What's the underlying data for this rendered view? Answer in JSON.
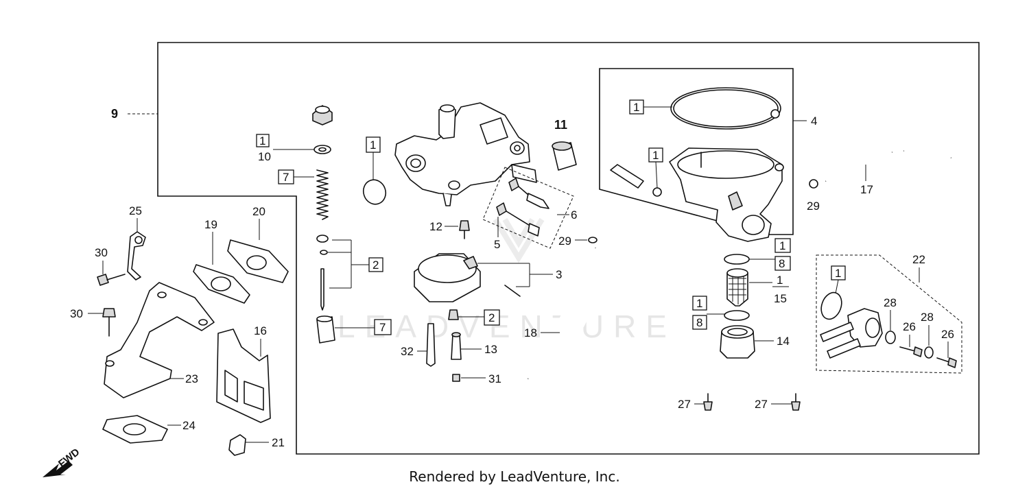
{
  "watermark": "LEADVENTURE",
  "fwd_label": "FWD",
  "credit": "Rendered by LeadVenture, Inc.",
  "callouts": {
    "c9": "9",
    "c11": "11",
    "c10": "10",
    "c19": "19",
    "c20": "20",
    "c25": "25",
    "c30a": "30",
    "c30b": "30",
    "c16": "16",
    "c23": "23",
    "c24": "24",
    "c21": "21",
    "c12": "12",
    "c5": "5",
    "c6": "6",
    "c3": "3",
    "c29a": "29",
    "c32": "32",
    "c13": "13",
    "c31": "31",
    "c18": "18",
    "c4": "4",
    "c17": "17",
    "c29b": "29",
    "c15": "15",
    "c14": "14",
    "c22": "22",
    "c28a": "28",
    "c28b": "28",
    "c26a": "26",
    "c26b": "26",
    "c27a": "27",
    "c27b": "27",
    "k1": "1",
    "k2": "2",
    "k3": "3",
    "k4": "4",
    "k5": "5",
    "k6": "6",
    "k7": "7",
    "k8": "8",
    "k9": "9"
  },
  "kit_refs": {
    "r1a": "1",
    "r1b": "1",
    "r1c": "1",
    "r1d": "1",
    "r1e": "1",
    "r1f": "1",
    "r1g": "1",
    "r7a": "7",
    "r7b": "7",
    "r2a": "2",
    "r2b": "2",
    "r8a": "8",
    "r8b": "8"
  }
}
